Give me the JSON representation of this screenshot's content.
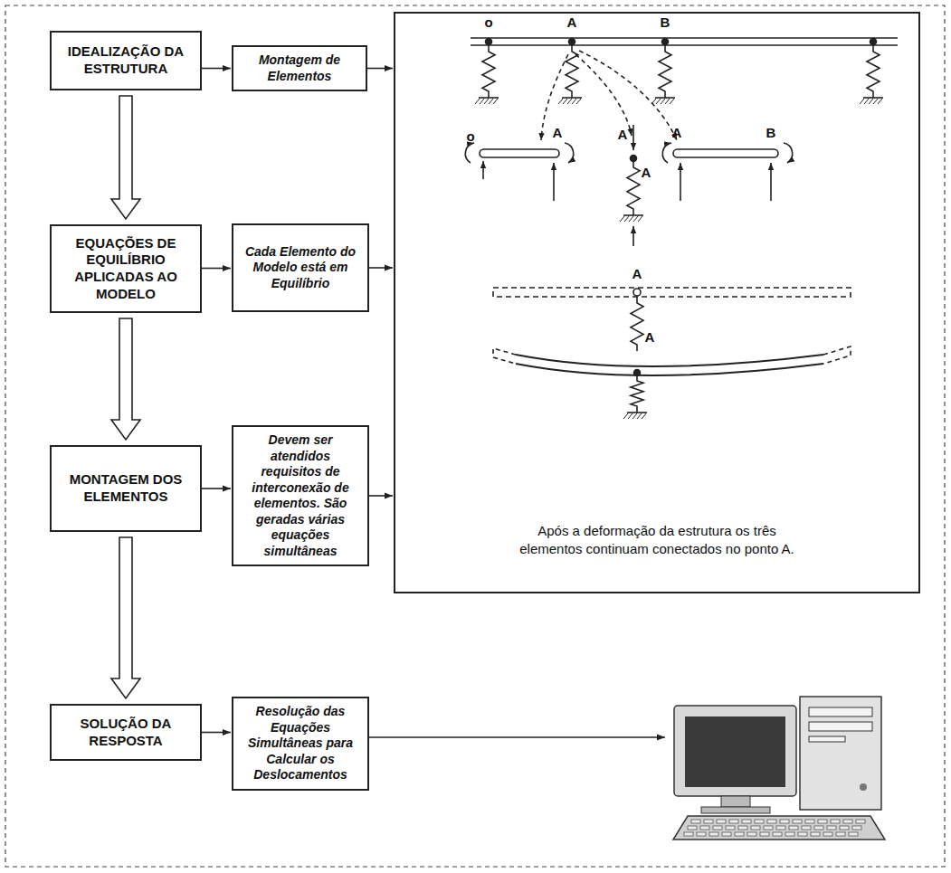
{
  "diagram": {
    "nodes": [
      {
        "text": [
          "IDEALIZAÇÃO DA ESTRUTURA"
        ]
      },
      {
        "text": [
          "EQUAÇÕES DE EQUILÍBRIO APLICADAS AO MODELO"
        ]
      },
      {
        "text": [
          "MONTAGEM DOS ELEMENTOS"
        ]
      },
      {
        "text": [
          "SOLUÇÃO DA RESPOSTA"
        ]
      },
      {
        "text": [
          "Montagem de Elementos"
        ]
      },
      {
        "text": [
          "Cada Elemento do Modelo está em Equilíbrio"
        ]
      },
      {
        "text": [
          "Devem ser atendidos requisitos de interconexão de elementos. São geradas várias equações simultâneas"
        ]
      },
      {
        "text": [
          "Resolução das Equações Simultâneas para Calcular os Deslocamentos"
        ]
      },
      {
        "text": [
          "Após a deformação da estrutura os três elementos continuam conectados no ponto A."
        ]
      }
    ],
    "edges": [
      {
        "from": 0,
        "to": 4,
        "arrow": "to"
      },
      {
        "from": 1,
        "to": 5,
        "arrow": "to"
      },
      {
        "from": 2,
        "to": 6,
        "arrow": "to"
      },
      {
        "from": 3,
        "to": 7,
        "arrow": "to"
      },
      {
        "from": 4,
        "to": 8,
        "arrow": "to"
      },
      {
        "from": 5,
        "to": 8,
        "arrow": "to"
      },
      {
        "from": 6,
        "to": 8,
        "arrow": "to"
      },
      {
        "from": 0,
        "to": 1,
        "arrow": "to"
      },
      {
        "from": 1,
        "to": 2,
        "arrow": "to"
      },
      {
        "from": 2,
        "to": 3,
        "arrow": "to"
      }
    ],
    "labels": [
      "o",
      "A",
      "B",
      "o",
      "A",
      "A",
      "A",
      "A",
      "B",
      "A",
      "A"
    ]
  }
}
